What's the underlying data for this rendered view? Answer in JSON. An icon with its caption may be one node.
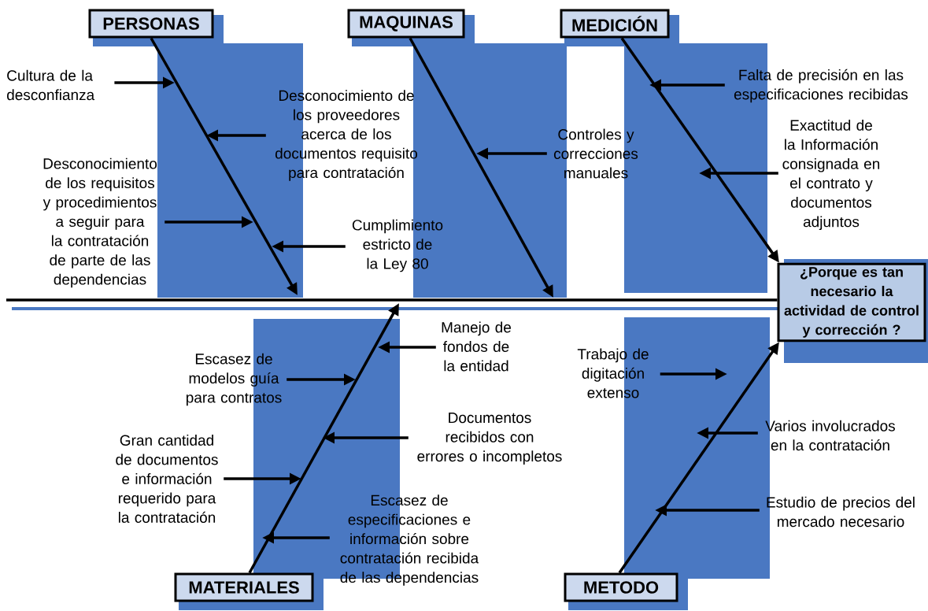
{
  "diagram": {
    "nodes": [
      {
        "text": [
          "PERSONAS"
        ]
      },
      {
        "text": [
          "MAQUINAS"
        ]
      },
      {
        "text": [
          "MEDICIÓN"
        ]
      },
      {
        "text": [
          "MATERIALES"
        ]
      },
      {
        "text": [
          "METODO"
        ]
      },
      {
        "text": [
          "¿Porque es tan necesario la actividad de control y corrección ?"
        ]
      },
      {
        "text": [
          "Cultura de la desconfianza"
        ]
      },
      {
        "text": [
          "Desconocimiento de los proveedores acerca de los documentos requisito para contratación"
        ]
      },
      {
        "text": [
          "Desconocimiento de los requisitos y procedimientos a seguir para la contratación de parte de las dependencias"
        ]
      },
      {
        "text": [
          "Cumplimiento estricto de la Ley 80"
        ]
      },
      {
        "text": [
          "Controles y correcciones manuales"
        ]
      },
      {
        "text": [
          "Falta de precisión en las especificaciones recibidas"
        ]
      },
      {
        "text": [
          "Exactitud de la Información consignada en el contrato y documentos adjuntos"
        ]
      },
      {
        "text": [
          "Manejo de fondos de la entidad"
        ]
      },
      {
        "text": [
          "Escasez de modelos guía para contratos"
        ]
      },
      {
        "text": [
          "Documentos recibidos con errores o incompletos"
        ]
      },
      {
        "text": [
          "Gran cantidad de documentos e información requerido para la contratación"
        ]
      },
      {
        "text": [
          "Escasez de especificaciones e información sobre contratación recibida de las dependencias"
        ]
      },
      {
        "text": [
          "Trabajo de digitación extenso"
        ]
      },
      {
        "text": [
          "Varios involucrados en la contratación"
        ]
      },
      {
        "text": [
          "Estudio de precios del mercado necesario"
        ]
      }
    ],
    "edges": [
      {
        "from": 0,
        "to": null,
        "arrow": "to"
      },
      {
        "from": 1,
        "to": null,
        "arrow": "to"
      },
      {
        "from": 2,
        "to": 5,
        "arrow": "to"
      },
      {
        "from": 3,
        "to": null,
        "arrow": "to"
      },
      {
        "from": 4,
        "to": 5,
        "arrow": "to"
      },
      {
        "from": null,
        "to": 5,
        "arrow": "none"
      },
      {
        "from": 6,
        "to": null,
        "arrow": "to"
      },
      {
        "from": 7,
        "to": null,
        "arrow": "to"
      },
      {
        "from": 8,
        "to": null,
        "arrow": "to"
      },
      {
        "from": 9,
        "to": null,
        "arrow": "to"
      },
      {
        "from": 10,
        "to": null,
        "arrow": "to"
      },
      {
        "from": 11,
        "to": null,
        "arrow": "to"
      },
      {
        "from": 12,
        "to": null,
        "arrow": "to"
      },
      {
        "from": 13,
        "to": null,
        "arrow": "to"
      },
      {
        "from": 14,
        "to": null,
        "arrow": "to"
      },
      {
        "from": 15,
        "to": null,
        "arrow": "to"
      },
      {
        "from": 16,
        "to": null,
        "arrow": "to"
      },
      {
        "from": 17,
        "to": null,
        "arrow": "to"
      },
      {
        "from": 18,
        "to": null,
        "arrow": "to"
      },
      {
        "from": 19,
        "to": null,
        "arrow": "to"
      },
      {
        "from": 20,
        "to": null,
        "arrow": "to"
      }
    ]
  }
}
